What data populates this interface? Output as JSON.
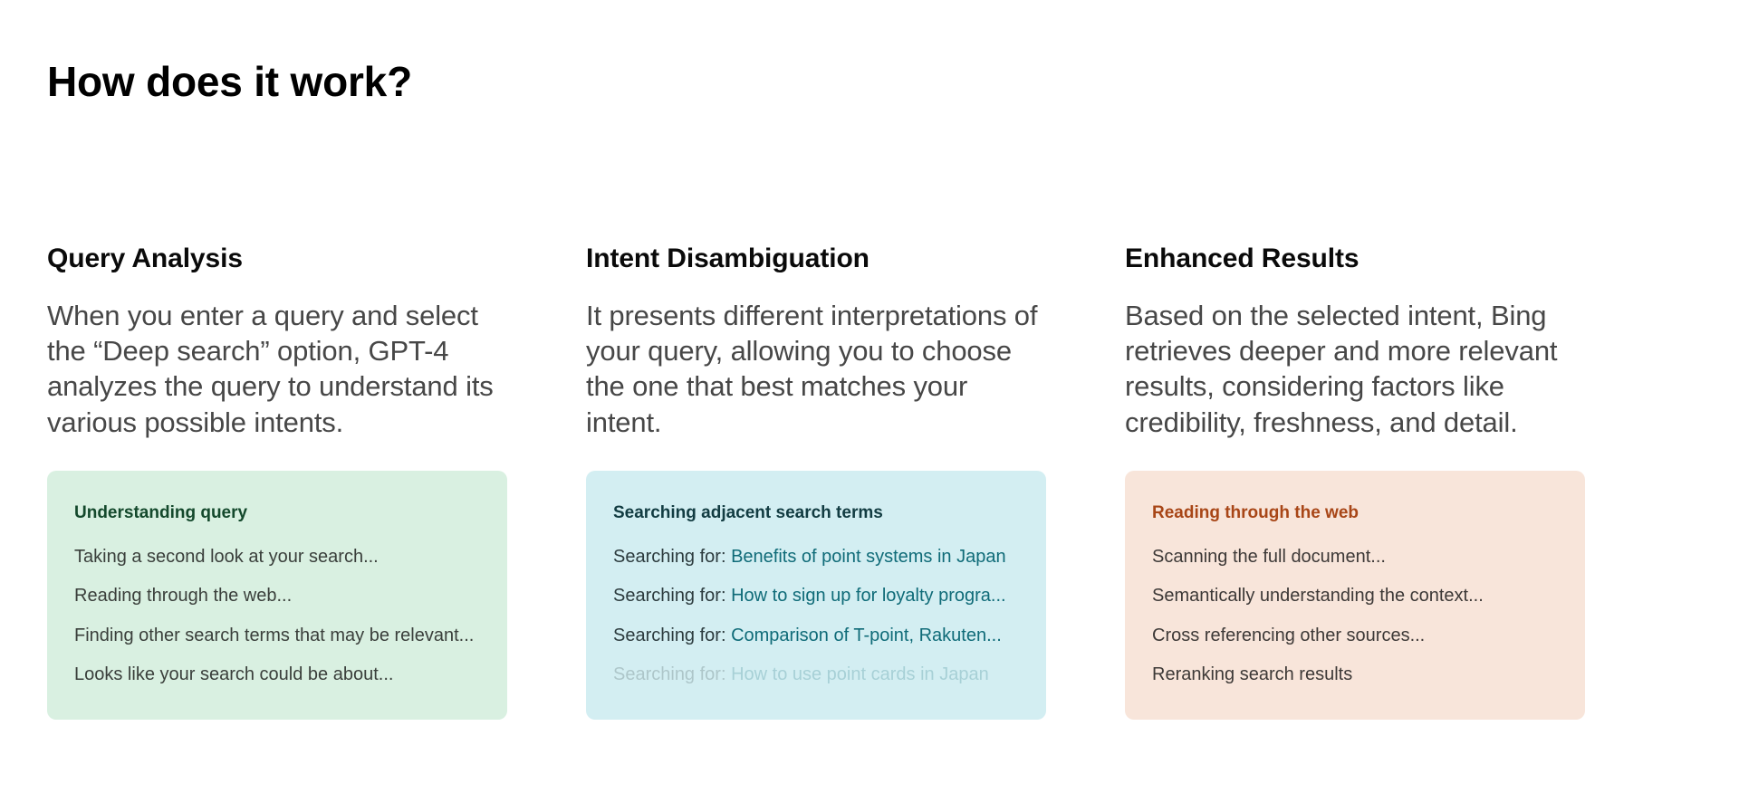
{
  "slide": {
    "title": "How does it work?",
    "background_color": "#ffffff"
  },
  "columns": [
    {
      "heading": "Query Analysis",
      "body": "When you enter a query and select the “Deep search” option, GPT-4 analyzes the query to understand its various possible intents.",
      "card": {
        "theme": "green",
        "background_color": "#d9f0e1",
        "title": "Understanding query",
        "title_color": "#14492c",
        "items": [
          {
            "prefix": "Taking a second look at your search...",
            "term": "",
            "faded": false
          },
          {
            "prefix": "Reading through the web...",
            "term": "",
            "faded": false
          },
          {
            "prefix": "Finding other search terms that may be relevant...",
            "term": "",
            "faded": false
          },
          {
            "prefix": "Looks like your search could be about...",
            "term": "",
            "faded": false
          }
        ]
      }
    },
    {
      "heading": "Intent Disambiguation",
      "body": "It presents different interpretations of your query, allowing you to choose the one that best matches your intent.",
      "card": {
        "theme": "blue",
        "background_color": "#d3eef2",
        "title": "Searching adjacent search terms",
        "title_color": "#123c42",
        "link_color": "#0f6b78",
        "items": [
          {
            "prefix": "Searching for: ",
            "term": "Benefits of point systems in Japan",
            "faded": false
          },
          {
            "prefix": "Searching for: ",
            "term": "How to sign up for loyalty progra...",
            "faded": false
          },
          {
            "prefix": "Searching for: ",
            "term": "Comparison of T-point, Rakuten...",
            "faded": false
          },
          {
            "prefix": "Searching for: ",
            "term": "How to use point cards in Japan",
            "faded": true
          }
        ]
      }
    },
    {
      "heading": "Enhanced Results",
      "body": "Based on the selected intent, Bing retrieves deeper and more relevant results, considering factors like credibility, freshness, and detail.",
      "card": {
        "theme": "peach",
        "background_color": "#f8e5da",
        "title": "Reading through the web",
        "title_color": "#a84617",
        "items": [
          {
            "prefix": "Scanning the full document...",
            "term": "",
            "faded": false
          },
          {
            "prefix": "Semantically understanding the context...",
            "term": "",
            "faded": false
          },
          {
            "prefix": "Cross referencing other sources...",
            "term": "",
            "faded": false
          },
          {
            "prefix": "Reranking search results",
            "term": "",
            "faded": false
          }
        ]
      }
    }
  ]
}
